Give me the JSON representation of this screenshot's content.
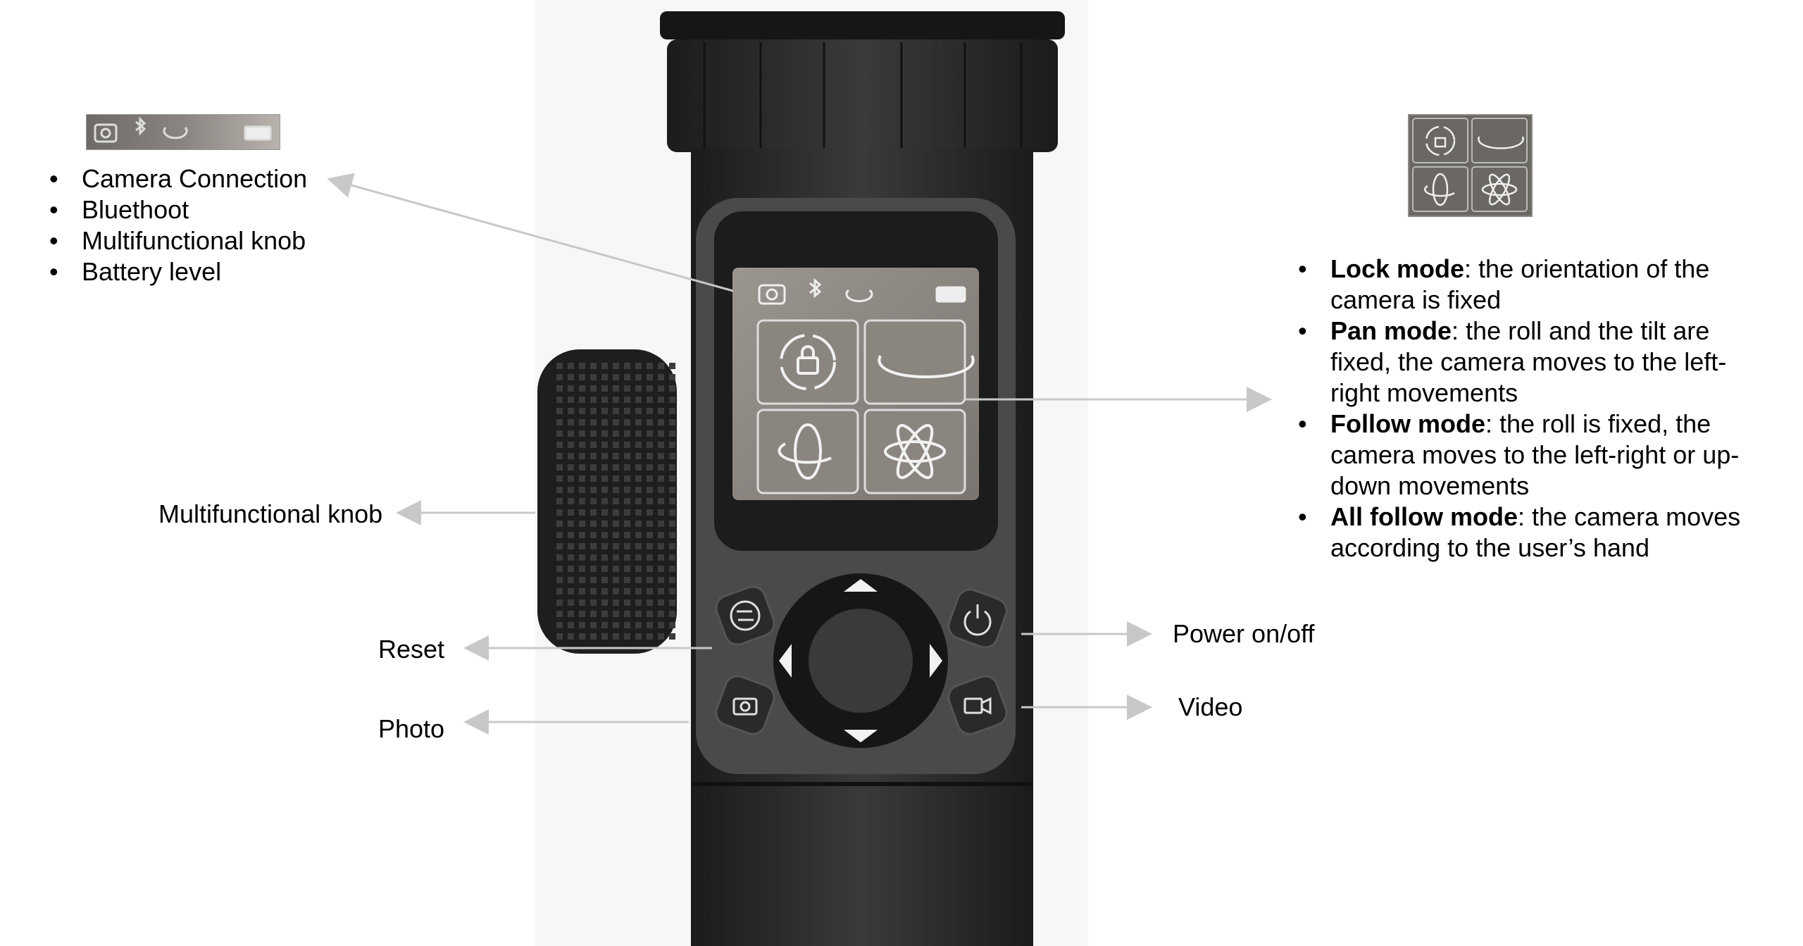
{
  "status_icons": [
    "camera-icon",
    "bluetooth-icon",
    "rotate-icon",
    "battery-icon"
  ],
  "status_list": [
    "Camera Connection",
    "Bluethoot",
    "Multifunctional knob",
    "Battery level"
  ],
  "mode_icons": [
    "lock-mode-icon",
    "pan-mode-icon",
    "follow-mode-icon",
    "all-follow-mode-icon"
  ],
  "modes": [
    {
      "name": "Lock mode",
      "desc": ": the orientation of the camera is fixed"
    },
    {
      "name": "Pan mode",
      "desc": ": the roll and the tilt are fixed, the camera moves to the left-right movements"
    },
    {
      "name": "Follow mode",
      "desc": ": the roll is fixed, the camera moves to the left-right or up-down movements"
    },
    {
      "name": "All follow mode",
      "desc": ": the camera moves according to the user’s hand"
    }
  ],
  "labels": {
    "knob": "Multifunctional knob",
    "reset": "Reset",
    "photo": "Photo",
    "power": "Power on/off",
    "video": "Video"
  },
  "colors": {
    "device": "#2b2b2d",
    "panel": "#4a4a4c",
    "screen": "#8c8782",
    "arrow": "#c8c8c8"
  }
}
